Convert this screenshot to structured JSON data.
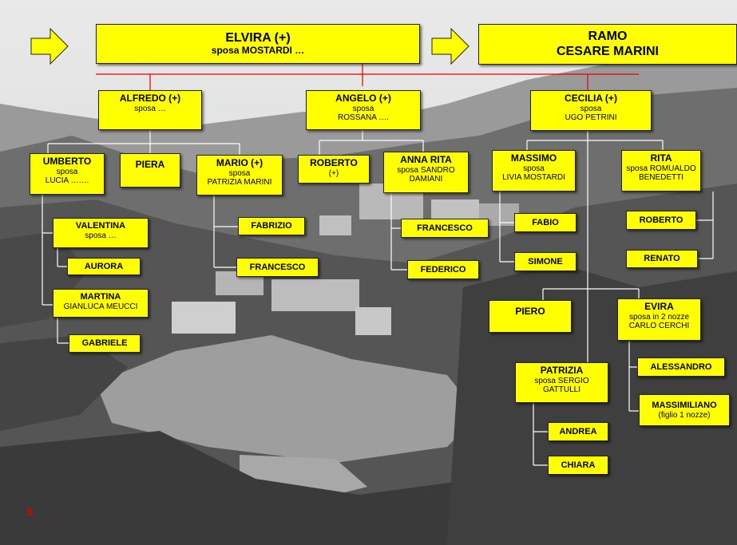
{
  "colors": {
    "box_fill": "#ffff00",
    "connector": "#ffffff",
    "header_connector": "#e00000",
    "page_number": "#e00000"
  },
  "header": {
    "root": {
      "name": "ELVIRA  (+)",
      "sub": "sposa  MOSTARDI …"
    },
    "branch": {
      "line1": "RAMO",
      "line2": "CESARE MARINI"
    }
  },
  "gen1": {
    "alfredo": {
      "name": "ALFREDO (+)",
      "sub": "sposa …"
    },
    "angelo": {
      "name": "ANGELO (+)",
      "sub1": "sposa",
      "sub2": "ROSSANA …."
    },
    "cecilia": {
      "name": "CECILIA (+)",
      "sub1": "sposa",
      "sub2": "UGO PETRINI"
    }
  },
  "gen2": {
    "umberto": {
      "name": "UMBERTO",
      "sub1": "sposa",
      "sub2": "LUCIA ……."
    },
    "piera": {
      "name": "PIERA"
    },
    "mario": {
      "name": "MARIO (+)",
      "sub1": "sposa",
      "sub2": "PATRIZIA MARINI"
    },
    "roberto": {
      "name": "ROBERTO",
      "sub": "(+)"
    },
    "anna_rita": {
      "name": "ANNA RITA",
      "sub1": "sposa SANDRO",
      "sub2": "DAMIANI"
    },
    "massimo": {
      "name": "MASSIMO",
      "sub1": "sposa",
      "sub2": "LIVIA MOSTARDI"
    },
    "rita": {
      "name": "RITA",
      "sub1": "sposa ROMUALDO",
      "sub2": "BENEDETTI"
    },
    "piero": {
      "name": "PIERO"
    },
    "evira": {
      "name": "EVIRA",
      "sub1": "sposa in 2 nozze",
      "sub2": "CARLO CERCHI"
    },
    "patrizia": {
      "name": "PATRIZIA",
      "sub1": "sposa SERGIO",
      "sub2": "GATTULLI"
    }
  },
  "gen3": {
    "valentina": {
      "name": "VALENTINA",
      "sub": "sposa …"
    },
    "aurora": {
      "name": "AURORA"
    },
    "martina": {
      "name": "MARTINA",
      "sub": "GIANLUCA MEUCCI"
    },
    "gabriele": {
      "name": "GABRIELE"
    },
    "fabrizio": {
      "name": "FABRIZIO"
    },
    "francesco_mario": {
      "name": "FRANCESCO"
    },
    "francesco_anna": {
      "name": "FRANCESCO"
    },
    "federico": {
      "name": "FEDERICO"
    },
    "fabio": {
      "name": "FABIO"
    },
    "simone": {
      "name": "SIMONE"
    },
    "roberto_rita": {
      "name": "ROBERTO"
    },
    "renato": {
      "name": "RENATO"
    },
    "alessandro": {
      "name": "ALESSANDRO"
    },
    "massimiliano": {
      "name": "MASSIMILIANO",
      "sub": "(figlio 1 nozze)"
    },
    "andrea": {
      "name": "ANDREA"
    },
    "chiara": {
      "name": "CHIARA"
    }
  },
  "page_number": "5"
}
